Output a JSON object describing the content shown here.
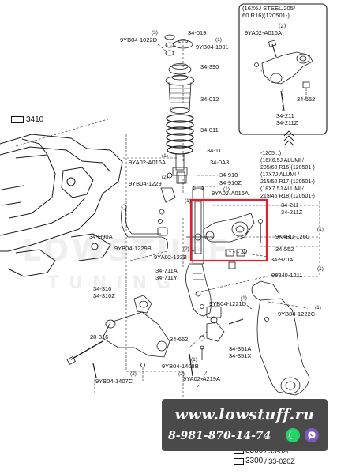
{
  "colors": {
    "highlight": "#e0202a",
    "ink": "#1a1a1a",
    "banner_bg": "#4a4a4a",
    "whatsapp": "#25d366",
    "viber": "#7d5bbe"
  },
  "reference_codes": {
    "main": "3410",
    "bottom1": "3300",
    "bottom1_suffix": "/ 33-020",
    "bottom2": "3300",
    "bottom2_suffix": "/ 33-020Z"
  },
  "inset_topright": {
    "lines": [
      "(16X6J STEEL/205/",
      "60 R16)(120501-)"
    ],
    "labels": {
      "bolt": "9YA02-A016A",
      "qty": "(2)",
      "nut": "34-552",
      "arm1": "34-211",
      "arm2": "34-211Z"
    }
  },
  "inset_spec": {
    "lines": [
      "-1205...)",
      "(16X6.5J ALUMI /",
      "205/60 R16)(120501-)",
      "(17X7J ALUMI /",
      "215/50 R17)(120501-)",
      "(18X7.5J ALUMI /",
      "215/45 R18)(120501-)"
    ]
  },
  "labels": {
    "l1": "(3)",
    "l2": "34-019",
    "l3": "9YB04-1022D",
    "l4": "(1)",
    "l5": "9YB04-1001",
    "l6": "34-390",
    "l7": "34-012",
    "l8": "34-011",
    "l9": "34-111",
    "l10": "(1)",
    "l11": "9YA02-A016A",
    "l12": "34-0A3",
    "l13": "(2)",
    "l14": "9YB04-1229",
    "l15": "34-910",
    "l16": "34-910Z",
    "l17": "(1)",
    "l18": "9YA02-A016A",
    "l19": "34-211",
    "l20": "34-211Z",
    "l21": "34-H90A",
    "l22": "9K4BD-1260",
    "l23": "(1)",
    "l24": "9YB04-1229B",
    "l25": "(2)",
    "l26": "9YA02-123B",
    "l27": "34-552",
    "l28": "34-970A",
    "l29": "34-711A",
    "l30": "34-711Y",
    "l31": "99940-1211",
    "l32": "34-310",
    "l33": "34-310Z",
    "l34": "9YB04-1221D",
    "l35": "(1)",
    "l36": "(1)",
    "l37": "9YB04-1222C",
    "l38": "28-316",
    "l39": "34-662",
    "l40": "34-351A",
    "l41": "34-351X",
    "l42": "(1)",
    "l43": "9YB04-1408B",
    "l44": "(2)",
    "l45": "9YB04-1407C",
    "l46": "9YA02-A219A",
    "l47": "(2)",
    "l48": "(1)",
    "l49": "(1)"
  },
  "watermark": {
    "line1": "LOWSTUFF",
    "line2": "TUNING"
  },
  "banner": {
    "site": "www.lowstuff.ru",
    "phone": "8-981-870-14-74"
  },
  "icons": {
    "whatsapp": "whatsapp-icon",
    "viber": "viber-icon"
  }
}
